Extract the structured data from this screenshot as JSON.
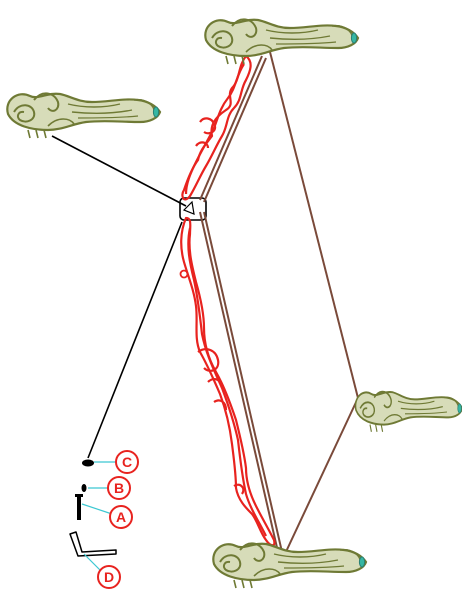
{
  "colors": {
    "background": "#ffffff",
    "apron_red": "#e8231f",
    "leg_olive": "#6f7a35",
    "frame_brown": "#7a4a3a",
    "guide_line": "#000000",
    "leader_cyan": "#3cc8d2",
    "gem_teal": "#36b7a3"
  },
  "hardware": [
    {
      "key": "C",
      "label": "C",
      "part_icon": "plug-icon"
    },
    {
      "key": "B",
      "label": "B",
      "part_icon": "short-screw-icon"
    },
    {
      "key": "A",
      "label": "A",
      "part_icon": "long-screw-icon"
    },
    {
      "key": "D",
      "label": "D",
      "part_icon": "allen-key-icon"
    }
  ],
  "legs": [
    {
      "id": "top",
      "icon": "carved-leg-icon"
    },
    {
      "id": "left",
      "icon": "carved-leg-icon"
    },
    {
      "id": "right",
      "icon": "carved-leg-icon"
    },
    {
      "id": "bottom",
      "icon": "carved-leg-icon"
    }
  ]
}
